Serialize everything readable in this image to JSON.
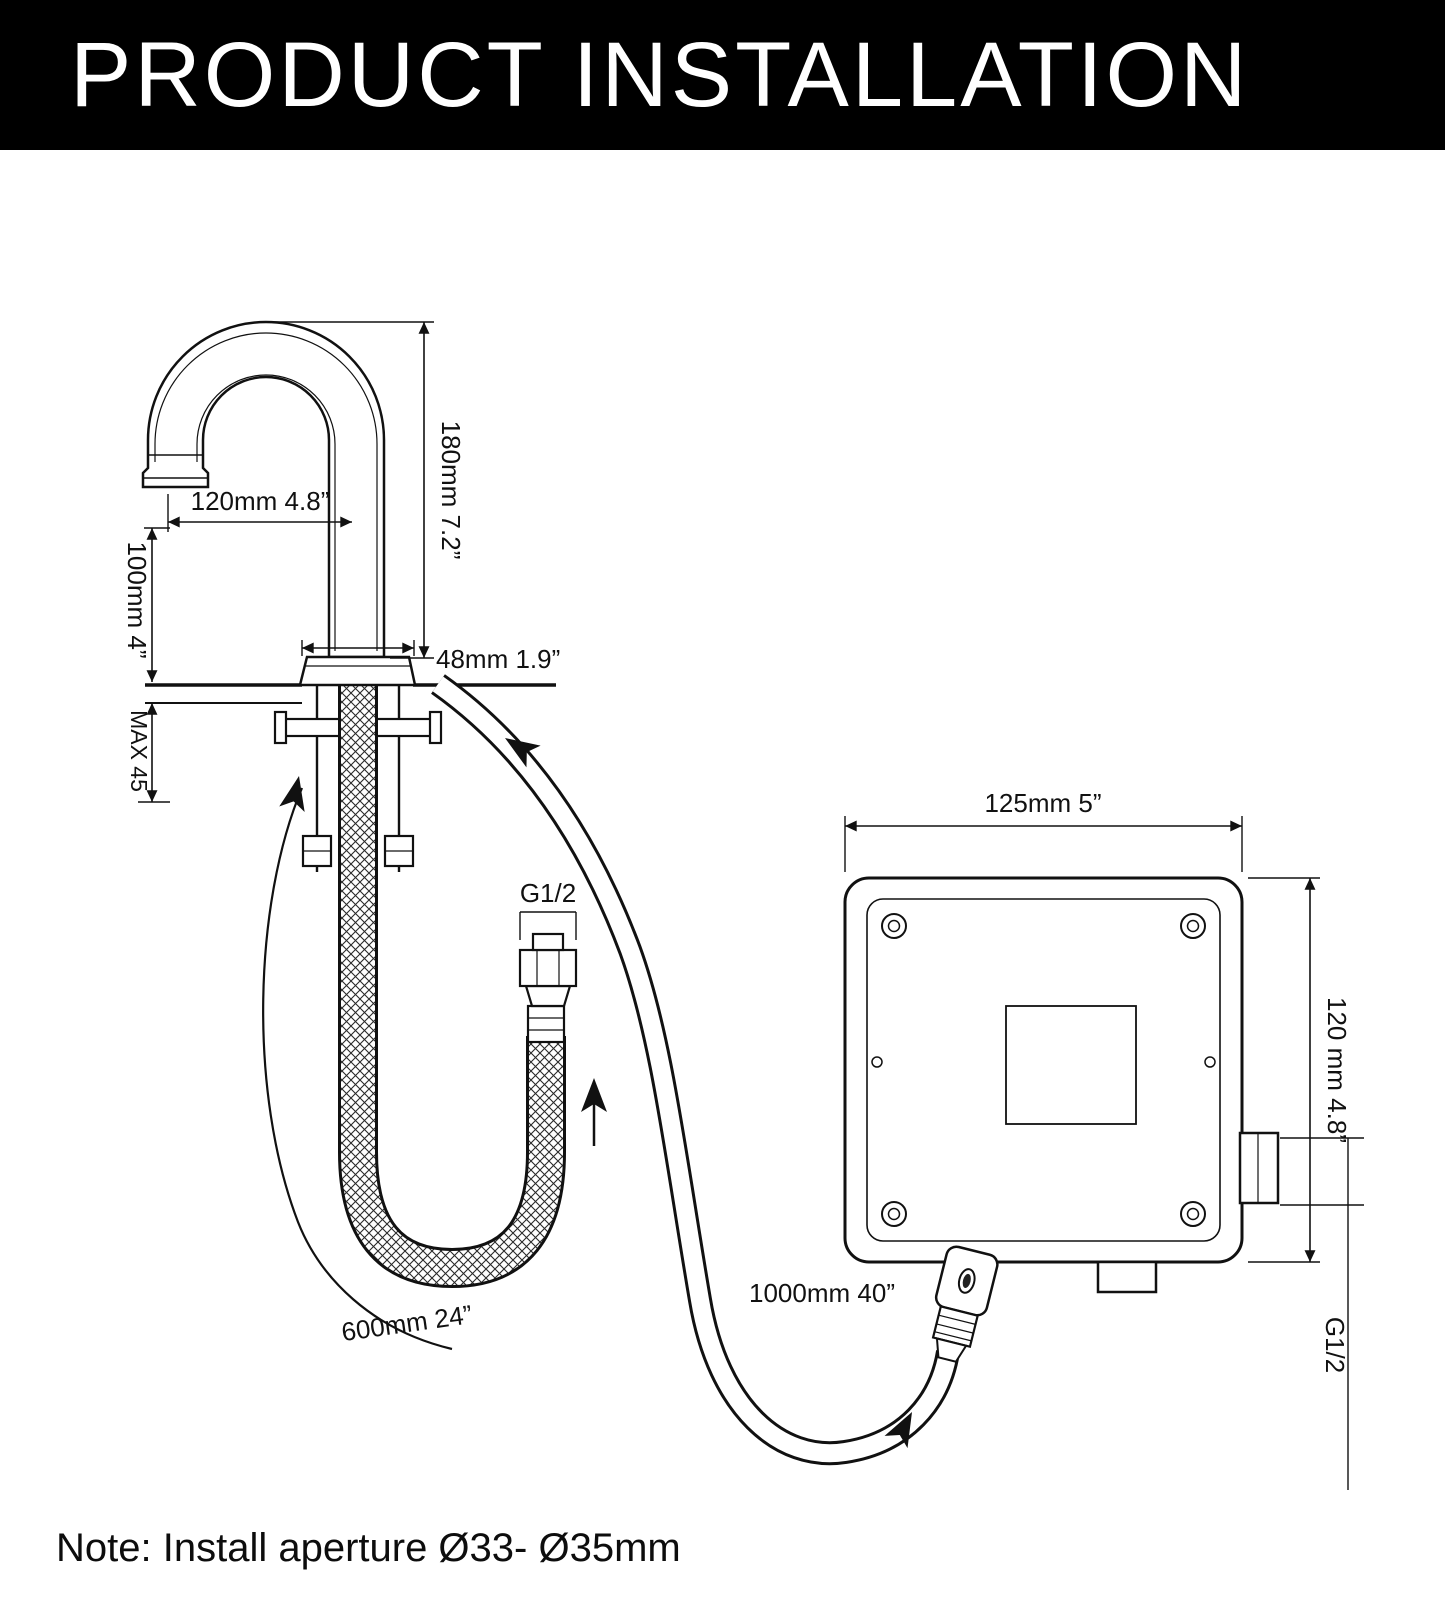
{
  "header": {
    "title": "PRODUCT INSTALLATION"
  },
  "faucet": {
    "height": "180mm 7.2”",
    "reach": "120mm 4.8”",
    "spout_height": "100mm 4”",
    "base_diameter": "48mm 1.9”",
    "max_thickness": "MAX 45"
  },
  "hose": {
    "supply_length": "600mm 24”",
    "supply_thread": "G1/2",
    "sensor_length": "1000mm 40”"
  },
  "control_box": {
    "width": "125mm 5”",
    "height": "120 mm 4.8”",
    "outlet_thread": "G1/2"
  },
  "note": "Note: Install aperture Ø33- Ø35mm"
}
